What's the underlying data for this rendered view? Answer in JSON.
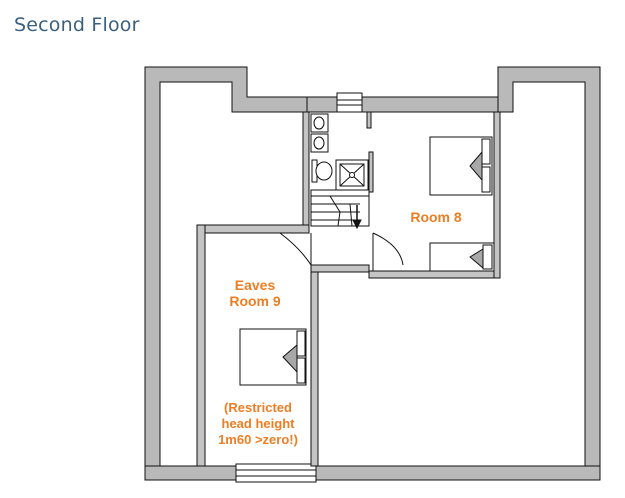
{
  "header": {
    "title": "Second Floor"
  },
  "rooms": [
    {
      "name": "Room 8",
      "lines": [
        "Room 8"
      ]
    },
    {
      "name": "Eaves Room 9",
      "lines": [
        "Eaves",
        "Room 9"
      ]
    }
  ],
  "notes": {
    "restricted": [
      "(Restricted",
      "head height",
      "1m60 >zero!)"
    ]
  },
  "colors": {
    "wall_fill": "#b9b9b9",
    "wall_stroke": "#111111",
    "label": "#ef7d22",
    "title": "#3b5f7e"
  },
  "icons": [
    "double-bed-icon",
    "toilet-icon",
    "sink-icon",
    "shower-icon",
    "staircase-icon",
    "door-swing-icon",
    "window-icon"
  ]
}
